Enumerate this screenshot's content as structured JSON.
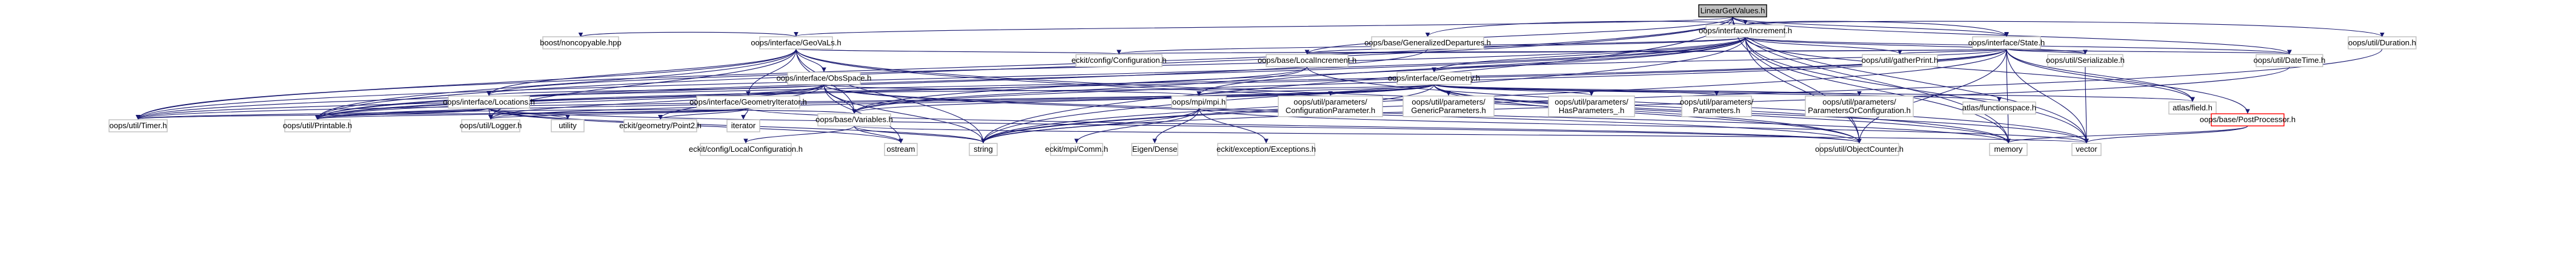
{
  "graph": {
    "root": "LinearGetValues.h",
    "nodes": [
      {
        "id": "root",
        "label": "LinearGetValues.h"
      },
      {
        "id": "inc",
        "label": "oops/interface/Increment.h"
      },
      {
        "id": "geoval",
        "label": "oops/interface/GeoVaLs.h"
      },
      {
        "id": "state",
        "label": "oops/interface/State.h"
      },
      {
        "id": "geom",
        "label": "oops/interface/Geometry.h"
      },
      {
        "id": "obsspace",
        "label": "oops/interface/ObsSpace.h"
      },
      {
        "id": "locinc",
        "label": "oops/base/LocalIncrement.h"
      },
      {
        "id": "gendep",
        "label": "oops/base/GeneralizedDepartures.h"
      },
      {
        "id": "duration",
        "label": "oops/util/Duration.h"
      },
      {
        "id": "noncopy",
        "label": "boost/noncopyable.hpp"
      },
      {
        "id": "config",
        "label": "eckit/config/Configuration.h"
      },
      {
        "id": "gatherprint",
        "label": "oops/util/gatherPrint.h"
      },
      {
        "id": "serial",
        "label": "oops/util/Serializable.h"
      },
      {
        "id": "datetime",
        "label": "oops/util/DateTime.h"
      },
      {
        "id": "locations",
        "label": "oops/interface/Locations.h"
      },
      {
        "id": "geomiter",
        "label": "oops/interface/GeometryIterator.h"
      },
      {
        "id": "variables",
        "label": "oops/base/Variables.h"
      },
      {
        "id": "mpi",
        "label": "oops/mpi/mpi.h"
      },
      {
        "id": "confparam",
        "label": "oops/util/parameters/ConfigurationParameter.h"
      },
      {
        "id": "genparams",
        "label": "oops/util/parameters/GenericParameters.h"
      },
      {
        "id": "hasparams",
        "label": "oops/util/parameters/HasParameters_.h"
      },
      {
        "id": "params",
        "label": "oops/util/parameters/Parameters.h"
      },
      {
        "id": "paramsorconf",
        "label": "oops/util/parameters/ParametersOrConfiguration.h"
      },
      {
        "id": "funcspace",
        "label": "atlas/functionspace.h"
      },
      {
        "id": "atlasfield",
        "label": "atlas/field.h"
      },
      {
        "id": "postproc",
        "label": "oops/base/PostProcessor.h"
      },
      {
        "id": "timer",
        "label": "oops/util/Timer.h"
      },
      {
        "id": "printable",
        "label": "oops/util/Printable.h"
      },
      {
        "id": "logger",
        "label": "oops/util/Logger.h"
      },
      {
        "id": "utility",
        "label": "utility"
      },
      {
        "id": "point2",
        "label": "eckit/geometry/Point2.h"
      },
      {
        "id": "iterator",
        "label": "iterator"
      },
      {
        "id": "localconf",
        "label": "eckit/config/LocalConfiguration.h"
      },
      {
        "id": "ostream",
        "label": "ostream"
      },
      {
        "id": "string",
        "label": "string"
      },
      {
        "id": "comm",
        "label": "eckit/mpi/Comm.h"
      },
      {
        "id": "eigen",
        "label": "Eigen/Dense"
      },
      {
        "id": "exceptions",
        "label": "eckit/exception/Exceptions.h"
      },
      {
        "id": "objcounter",
        "label": "oops/util/ObjectCounter.h"
      },
      {
        "id": "memory",
        "label": "memory"
      },
      {
        "id": "vector",
        "label": "vector"
      }
    ],
    "edges": [
      [
        "root",
        "inc"
      ],
      [
        "root",
        "geoval"
      ],
      [
        "root",
        "state"
      ],
      [
        "root",
        "locinc"
      ],
      [
        "root",
        "timer"
      ],
      [
        "root",
        "printable"
      ],
      [
        "root",
        "string"
      ],
      [
        "root",
        "memory"
      ],
      [
        "root",
        "vector"
      ],
      [
        "root",
        "datetime"
      ],
      [
        "root",
        "objcounter"
      ],
      [
        "inc",
        "gendep"
      ],
      [
        "inc",
        "duration"
      ],
      [
        "inc",
        "state"
      ],
      [
        "inc",
        "geom"
      ],
      [
        "inc",
        "locinc"
      ],
      [
        "inc",
        "variables"
      ],
      [
        "inc",
        "gatherprint"
      ],
      [
        "inc",
        "serial"
      ],
      [
        "inc",
        "datetime"
      ],
      [
        "inc",
        "timer"
      ],
      [
        "inc",
        "printable"
      ],
      [
        "inc",
        "objcounter"
      ],
      [
        "inc",
        "mpi"
      ],
      [
        "inc",
        "atlasfield"
      ],
      [
        "inc",
        "memory"
      ],
      [
        "inc",
        "vector"
      ],
      [
        "inc",
        "string"
      ],
      [
        "inc",
        "locations"
      ],
      [
        "inc",
        "config"
      ],
      [
        "geoval",
        "noncopy"
      ],
      [
        "geoval",
        "config"
      ],
      [
        "geoval",
        "obsspace"
      ],
      [
        "geoval",
        "locations"
      ],
      [
        "geoval",
        "geomiter"
      ],
      [
        "geoval",
        "variables"
      ],
      [
        "geoval",
        "timer"
      ],
      [
        "geoval",
        "printable"
      ],
      [
        "geoval",
        "objcounter"
      ],
      [
        "geoval",
        "string"
      ],
      [
        "geoval",
        "memory"
      ],
      [
        "geoval",
        "logger"
      ],
      [
        "state",
        "config"
      ],
      [
        "state",
        "gatherprint"
      ],
      [
        "state",
        "serial"
      ],
      [
        "state",
        "datetime"
      ],
      [
        "state",
        "geom"
      ],
      [
        "state",
        "locinc"
      ],
      [
        "state",
        "variables"
      ],
      [
        "state",
        "postproc"
      ],
      [
        "state",
        "timer"
      ],
      [
        "state",
        "printable"
      ],
      [
        "state",
        "objcounter"
      ],
      [
        "state",
        "memory"
      ],
      [
        "state",
        "vector"
      ],
      [
        "state",
        "string"
      ],
      [
        "state",
        "atlasfield"
      ],
      [
        "geom",
        "geomiter"
      ],
      [
        "geom",
        "variables"
      ],
      [
        "geom",
        "mpi"
      ],
      [
        "geom",
        "confparam"
      ],
      [
        "geom",
        "genparams"
      ],
      [
        "geom",
        "hasparams"
      ],
      [
        "geom",
        "params"
      ],
      [
        "geom",
        "paramsorconf"
      ],
      [
        "geom",
        "funcspace"
      ],
      [
        "geom",
        "atlasfield"
      ],
      [
        "geom",
        "timer"
      ],
      [
        "geom",
        "printable"
      ],
      [
        "geom",
        "objcounter"
      ],
      [
        "geom",
        "logger"
      ],
      [
        "geom",
        "memory"
      ],
      [
        "geom",
        "vector"
      ],
      [
        "geom",
        "string"
      ],
      [
        "obsspace",
        "locations"
      ],
      [
        "obsspace",
        "variables"
      ],
      [
        "obsspace",
        "mpi"
      ],
      [
        "obsspace",
        "timer"
      ],
      [
        "obsspace",
        "printable"
      ],
      [
        "obsspace",
        "objcounter"
      ],
      [
        "obsspace",
        "logger"
      ],
      [
        "obsspace",
        "point2"
      ],
      [
        "obsspace",
        "memory"
      ],
      [
        "obsspace",
        "ostream"
      ],
      [
        "obsspace",
        "string"
      ],
      [
        "locinc",
        "variables"
      ],
      [
        "locinc",
        "printable"
      ],
      [
        "locinc",
        "vector"
      ],
      [
        "locations",
        "timer"
      ],
      [
        "locations",
        "printable"
      ],
      [
        "locations",
        "objcounter"
      ],
      [
        "locations",
        "logger"
      ],
      [
        "locations",
        "utility"
      ],
      [
        "locations",
        "ostream"
      ],
      [
        "locations",
        "string"
      ],
      [
        "geomiter",
        "printable"
      ],
      [
        "geomiter",
        "objcounter"
      ],
      [
        "geomiter",
        "point2"
      ],
      [
        "geomiter",
        "iterator"
      ],
      [
        "geomiter",
        "timer"
      ],
      [
        "geomiter",
        "logger"
      ],
      [
        "variables",
        "localconf"
      ],
      [
        "variables",
        "ostream"
      ],
      [
        "variables",
        "string"
      ],
      [
        "variables",
        "vector"
      ],
      [
        "variables",
        "printable"
      ],
      [
        "mpi",
        "comm"
      ],
      [
        "mpi",
        "eigen"
      ],
      [
        "mpi",
        "exceptions"
      ],
      [
        "mpi",
        "string"
      ],
      [
        "mpi",
        "vector"
      ],
      [
        "postproc",
        "memory"
      ],
      [
        "postproc",
        "vector"
      ],
      [
        "gendep",
        "printable"
      ],
      [
        "duration",
        "string"
      ],
      [
        "datetime",
        "string"
      ],
      [
        "serial",
        "vector"
      ]
    ]
  }
}
